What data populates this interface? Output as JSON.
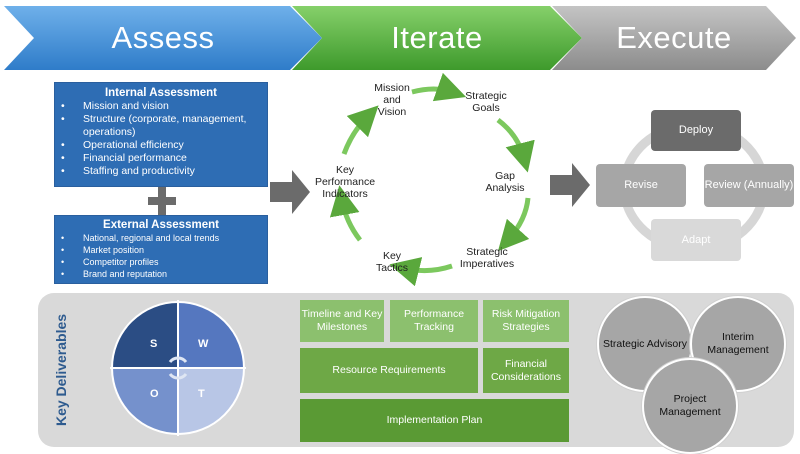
{
  "phases": [
    {
      "label": "Assess",
      "color": "#4a90d9"
    },
    {
      "label": "Iterate",
      "color": "#5fb043"
    },
    {
      "label": "Execute",
      "color": "#9e9e9e"
    }
  ],
  "internal": {
    "title": "Internal Assessment",
    "items": [
      "Mission and vision",
      "Structure (corporate, management, operations)",
      "Operational efficiency",
      "Financial performance",
      "Staffing and productivity"
    ]
  },
  "external": {
    "title": "External Assessment",
    "items": [
      "National, regional and local trends",
      "Market position",
      "Competitor profiles",
      "Brand and reputation"
    ]
  },
  "cycle": {
    "mission": "Mission and Vision",
    "goals": "Strategic Goals",
    "gap": "Gap Analysis",
    "imperatives": "Strategic Imperatives",
    "tactics": "Key Tactics",
    "kpi": "Key Performance Indicators"
  },
  "execute": {
    "deploy": "Deploy",
    "review": "Review (Annually)",
    "adapt": "Adapt",
    "revise": "Revise"
  },
  "deliverables": {
    "title": "Key Deliverables",
    "swot": [
      "S",
      "W",
      "O",
      "T"
    ],
    "boxes": {
      "timeline": "Timeline and Key Milestones",
      "performance": "Performance Tracking",
      "risk": "Risk Mitigation Strategies",
      "resource": "Resource Requirements",
      "financial": "Financial Considerations",
      "implementation": "Implementation Plan"
    },
    "services": {
      "advisory": "Strategic Advisory",
      "interim": "Interim Management",
      "project": "Project Management"
    }
  }
}
